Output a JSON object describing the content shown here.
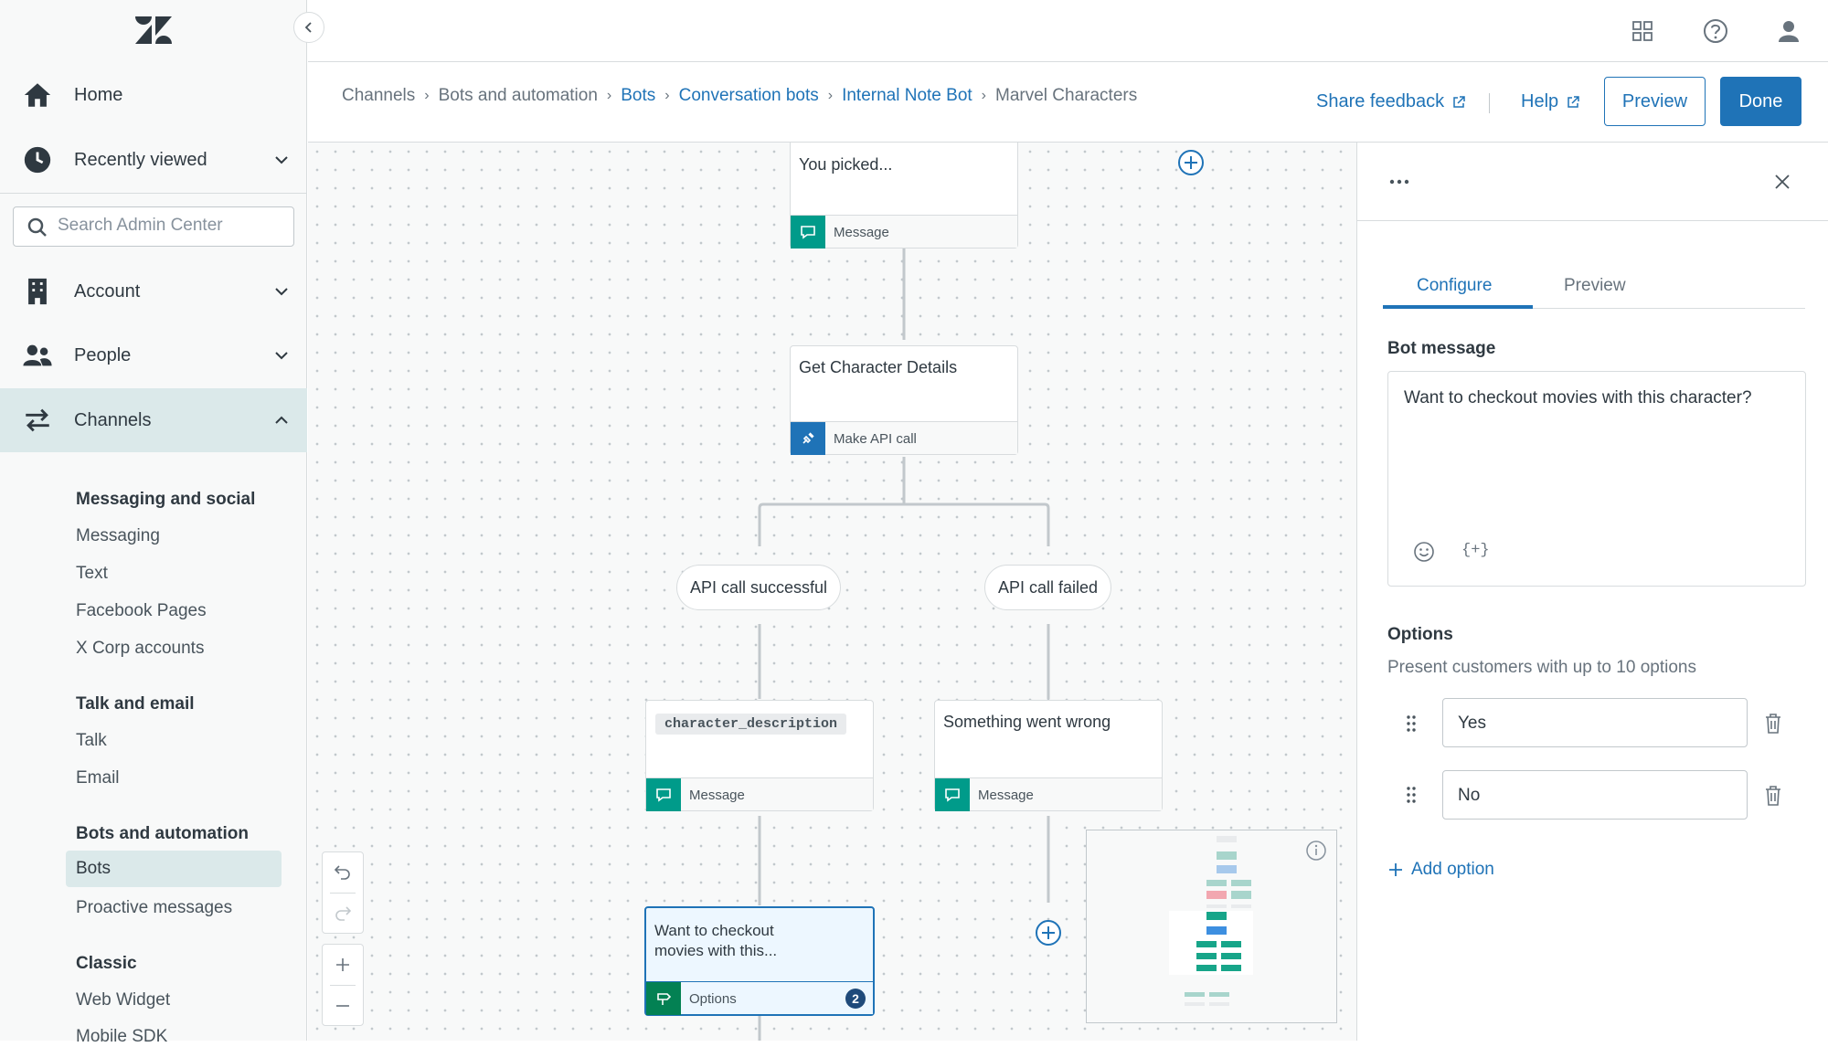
{
  "sidebar": {
    "top_items": [
      {
        "label": "Home",
        "icon": "home-icon"
      },
      {
        "label": "Recently viewed",
        "icon": "clock-icon"
      }
    ],
    "search_placeholder": "Search Admin Center",
    "main_items": [
      {
        "label": "Account",
        "icon": "building-icon"
      },
      {
        "label": "People",
        "icon": "people-icon"
      },
      {
        "label": "Channels",
        "icon": "arrows-icon"
      }
    ],
    "sections": [
      {
        "heading": "Messaging and social",
        "items": [
          "Messaging",
          "Text",
          "Facebook Pages",
          "X Corp accounts"
        ]
      },
      {
        "heading": "Talk and email",
        "items": [
          "Talk",
          "Email"
        ]
      },
      {
        "heading": "Bots and automation",
        "items": [
          "Bots",
          "Proactive messages"
        ]
      },
      {
        "heading": "Classic",
        "items": [
          "Web Widget",
          "Mobile SDK"
        ]
      }
    ]
  },
  "breadcrumbs": [
    {
      "label": "Channels",
      "link": false
    },
    {
      "label": "Bots and automation",
      "link": false
    },
    {
      "label": "Bots",
      "link": true
    },
    {
      "label": "Conversation bots",
      "link": true
    },
    {
      "label": "Internal Note Bot",
      "link": true
    },
    {
      "label": "Marvel Characters",
      "link": false
    }
  ],
  "header": {
    "share_feedback": "Share feedback",
    "help": "Help",
    "preview": "Preview",
    "done": "Done"
  },
  "canvas": {
    "nodes": {
      "you_picked": {
        "title": "You picked...",
        "footer": "Message"
      },
      "get_details": {
        "title": "Get Character Details",
        "footer": "Make API call"
      },
      "api_success": "API call successful",
      "api_failed": "API call failed",
      "char_desc": {
        "tag": "character_description",
        "footer": "Message"
      },
      "went_wrong": {
        "title": "Something went wrong",
        "footer": "Message"
      },
      "checkout": {
        "title_line1": "Want to checkout",
        "title_line2": "movies with this...",
        "footer": "Options",
        "count": "2"
      }
    }
  },
  "panel": {
    "tabs": [
      "Configure",
      "Preview"
    ],
    "active_tab": "Configure",
    "bot_message_label": "Bot message",
    "bot_message": "Want to checkout movies with this character?",
    "options_label": "Options",
    "options_hint": "Present customers with up to 10 options",
    "options": [
      "Yes",
      "No"
    ],
    "add_option": "Add option"
  },
  "colors": {
    "accent": "#1f73b7",
    "green": "#038153",
    "teal": "#009b8a",
    "sidebar_active": "#dbe9ea"
  }
}
